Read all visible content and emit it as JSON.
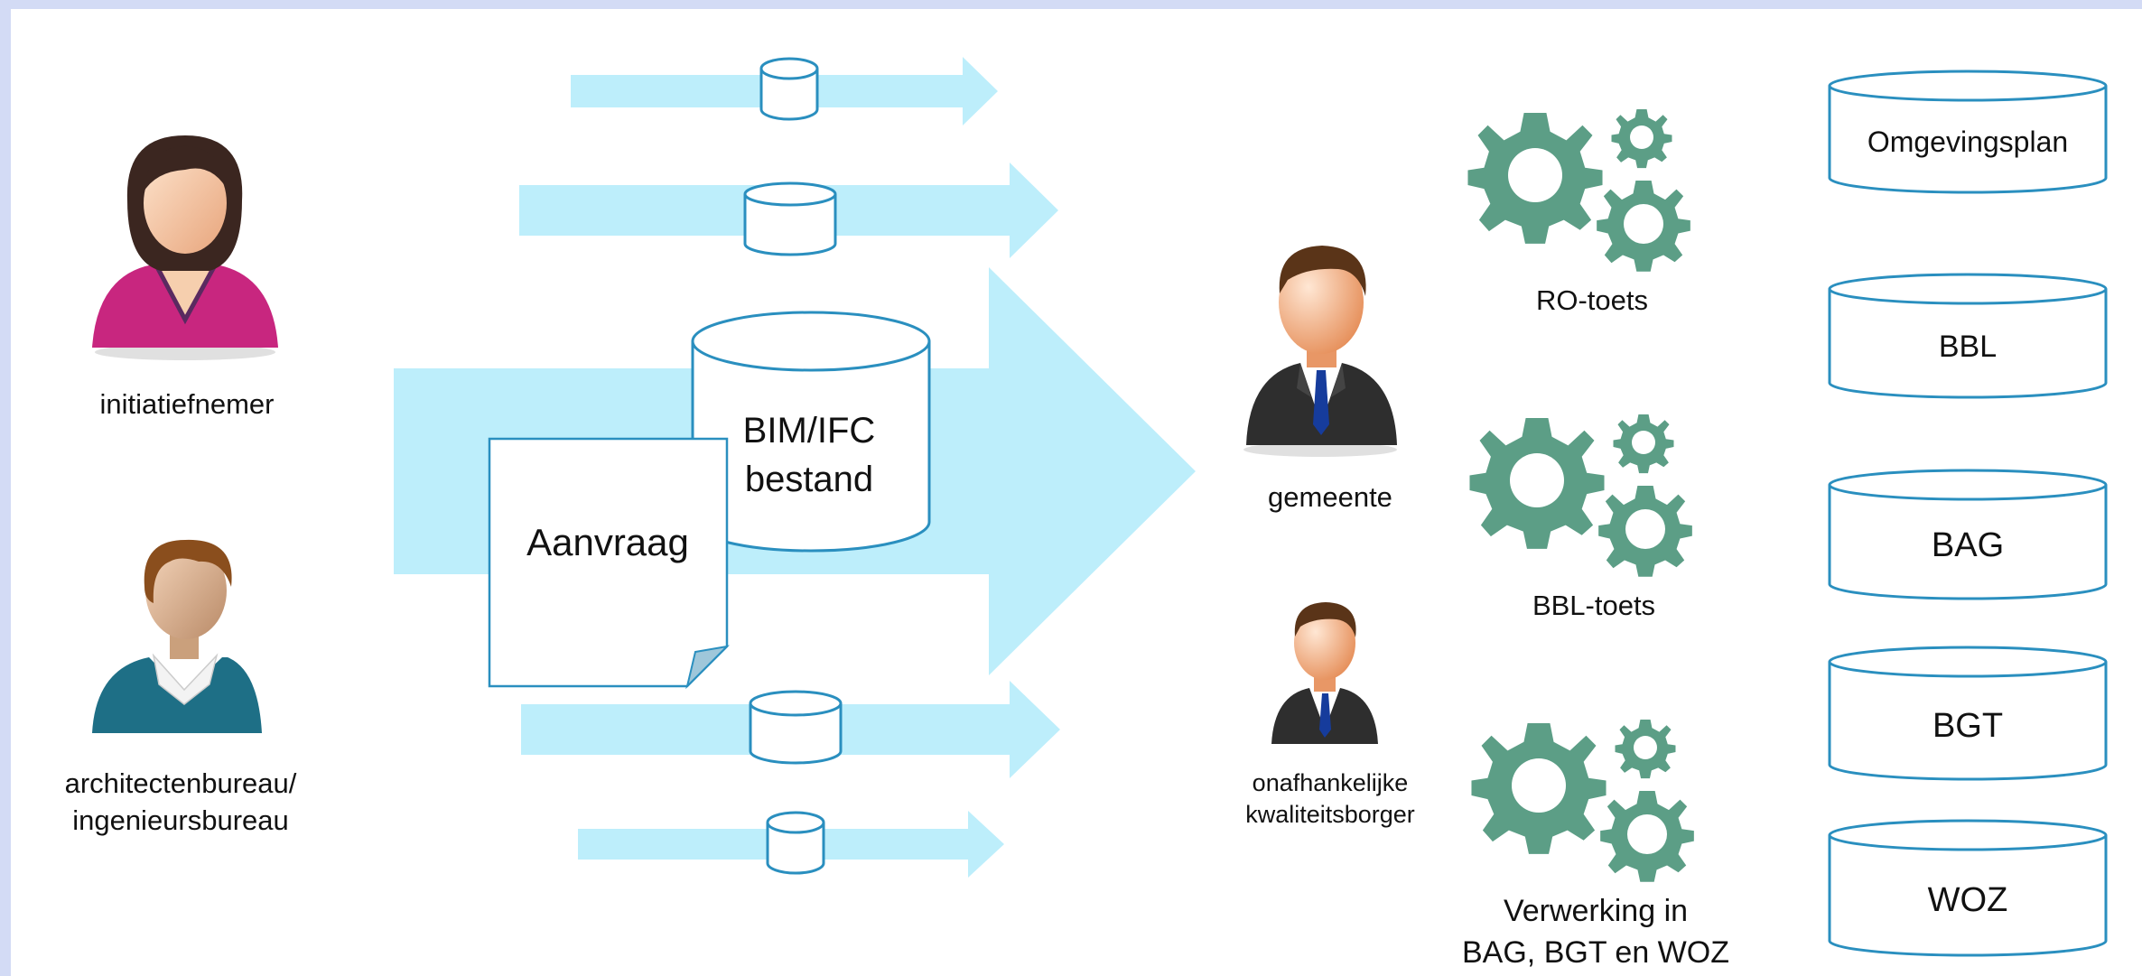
{
  "actors": {
    "initiator": "initiatiefnemer",
    "architect_line1": "architectenbureau/",
    "architect_line2": "ingenieursbureau",
    "municipality": "gemeente",
    "assurer_line1": "onafhankelijke",
    "assurer_line2": "kwaliteitsborger"
  },
  "documents": {
    "bim_line1": "BIM/IFC",
    "bim_line2": "bestand",
    "application": "Aanvraag"
  },
  "processes": {
    "ro_check": "RO-toets",
    "bbl_check": "BBL-toets",
    "processing_line1": "Verwerking in",
    "processing_line2": "BAG, BGT en WOZ"
  },
  "registries": [
    "Omgevingsplan",
    "BBL",
    "BAG",
    "BGT",
    "WOZ"
  ],
  "colors": {
    "arrow_fill": "#bdeefb",
    "cylinder_stroke": "#2a8fbf",
    "gear": "#5c9e86",
    "page_background": "#d3dbf5"
  },
  "icons": {
    "initiator": "woman-user-icon",
    "architect": "man-user-icon",
    "municipality": "businessman-icon",
    "assurer": "businessman-icon",
    "checks": "gears-icon"
  }
}
